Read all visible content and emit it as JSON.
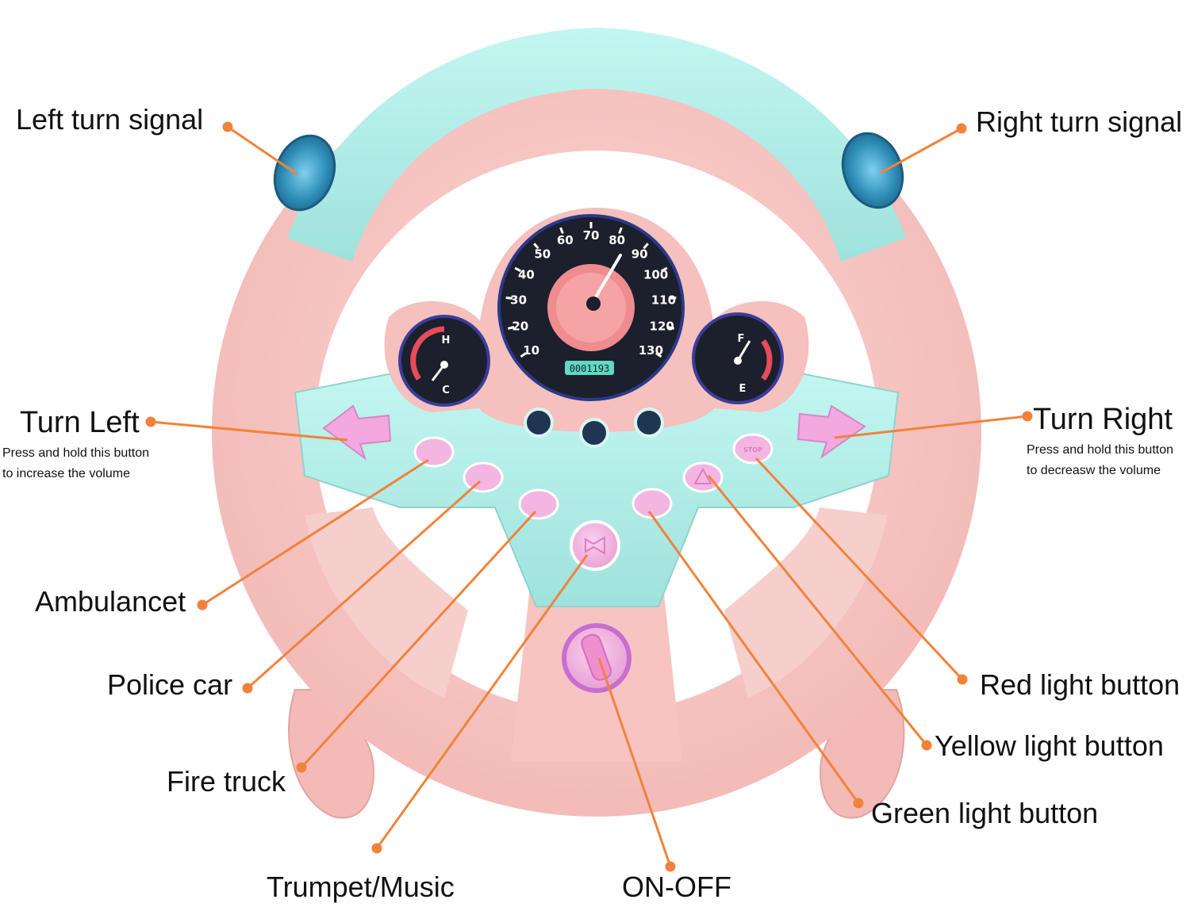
{
  "labels": {
    "left_turn_signal": "Left turn signal",
    "right_turn_signal": "Right turn signal",
    "turn_left": "Turn Left",
    "turn_left_note_1": "Press and hold this button",
    "turn_left_note_2": "to increase the volume",
    "turn_right": "Turn Right",
    "turn_right_note_1": "Press and hold this button",
    "turn_right_note_2": "to  decreasw the volume",
    "ambulance": "Ambulancet",
    "police_car": "Police car",
    "fire_truck": "Fire truck",
    "trumpet_music": "Trumpet/Music",
    "on_off": "ON-OFF",
    "green_light": "Green light button",
    "yellow_light": "Yellow light button",
    "red_light": "Red light button"
  },
  "speedometer": {
    "ticks": [
      "10",
      "20",
      "30",
      "40",
      "50",
      "60",
      "70",
      "80",
      "90",
      "100",
      "110",
      "120",
      "130"
    ],
    "odometer": "0001193"
  },
  "temp_gauge": {
    "high": "H",
    "low": "C"
  },
  "fuel_gauge": {
    "full": "F",
    "empty": "E"
  },
  "stop_button": "STOP",
  "colors": {
    "wheel_pink": "#f7c6c3",
    "wheel_pink_shadow": "#eaa9a6",
    "rim_teal": "#a9ece6",
    "panel_teal": "#a3e6e0",
    "button_pink": "#f3b6e2",
    "dial_dark": "#1c1f2c",
    "leader_orange": "#f2823a",
    "signal_blue": "#2f8fb8"
  }
}
